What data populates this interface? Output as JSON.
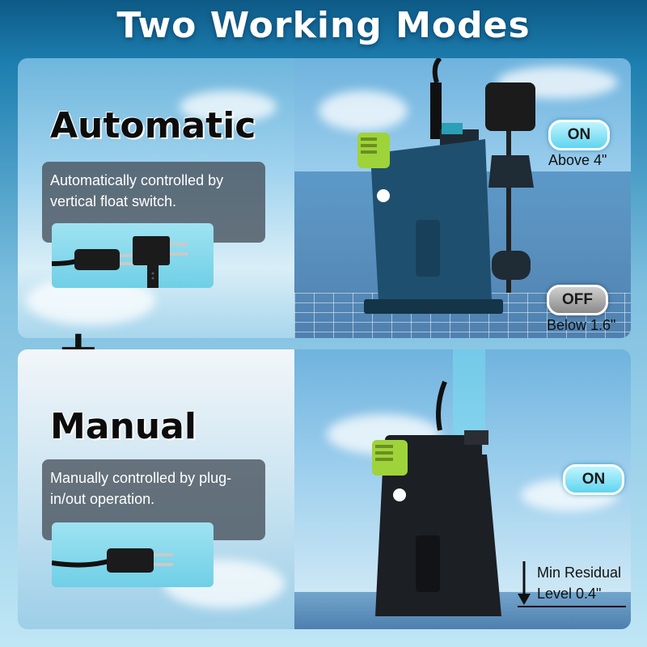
{
  "title": "Two Working Modes",
  "automatic": {
    "heading": "Automatic",
    "description": "Automatically controlled by vertical float switch.",
    "on_label": "ON",
    "on_level": "Above 4\"",
    "off_label": "OFF",
    "off_level": "Below 1.6\""
  },
  "plus_sign": "+",
  "manual": {
    "heading": "Manual",
    "description": "Manually controlled by plug-in/out operation.",
    "on_label": "ON",
    "residual_line1": "Min Residual",
    "residual_line2": "Level 0.4\""
  },
  "colors": {
    "pump_accent": "#9fd33a",
    "pump_body_auto": "#1f4f6e",
    "pump_body_manual": "#1c1f24",
    "pill_on": "#5fd4ef",
    "pill_off": "#8a8a8a"
  }
}
